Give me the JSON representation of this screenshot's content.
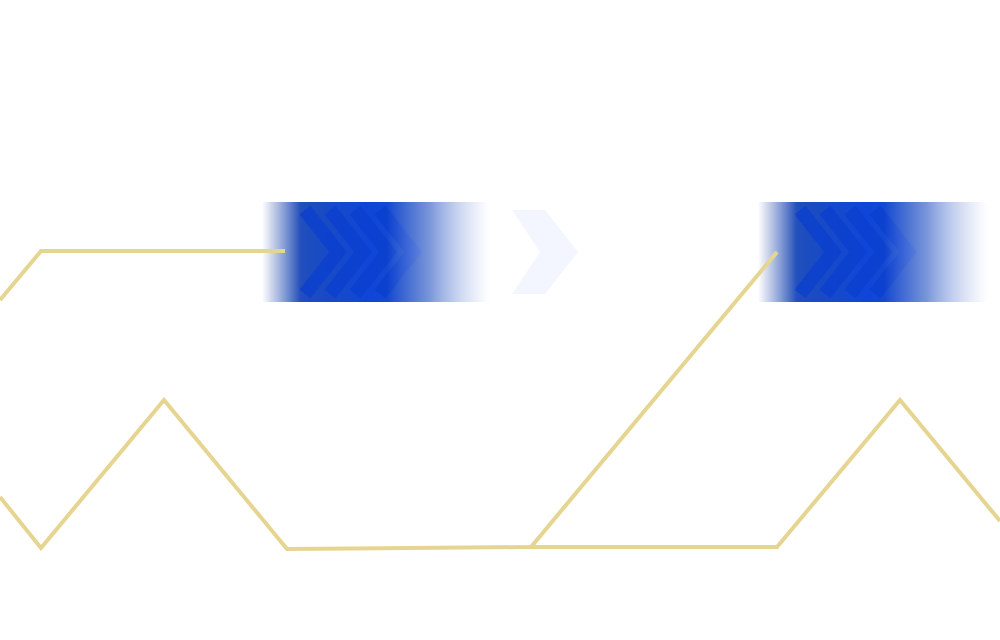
{
  "colors": {
    "background": "#ffffff",
    "line": "#e6d591",
    "band_dark": "#1c4cbf",
    "band_bright": "#0f46d8",
    "band_light": "#cfd8f4"
  },
  "elements": {
    "arrow_banners": [
      {
        "name": "arrow-banner-left",
        "chevron_count": 4
      },
      {
        "name": "arrow-banner-right",
        "chevron_count": 4
      }
    ],
    "line_icon": "zigzag-line"
  }
}
